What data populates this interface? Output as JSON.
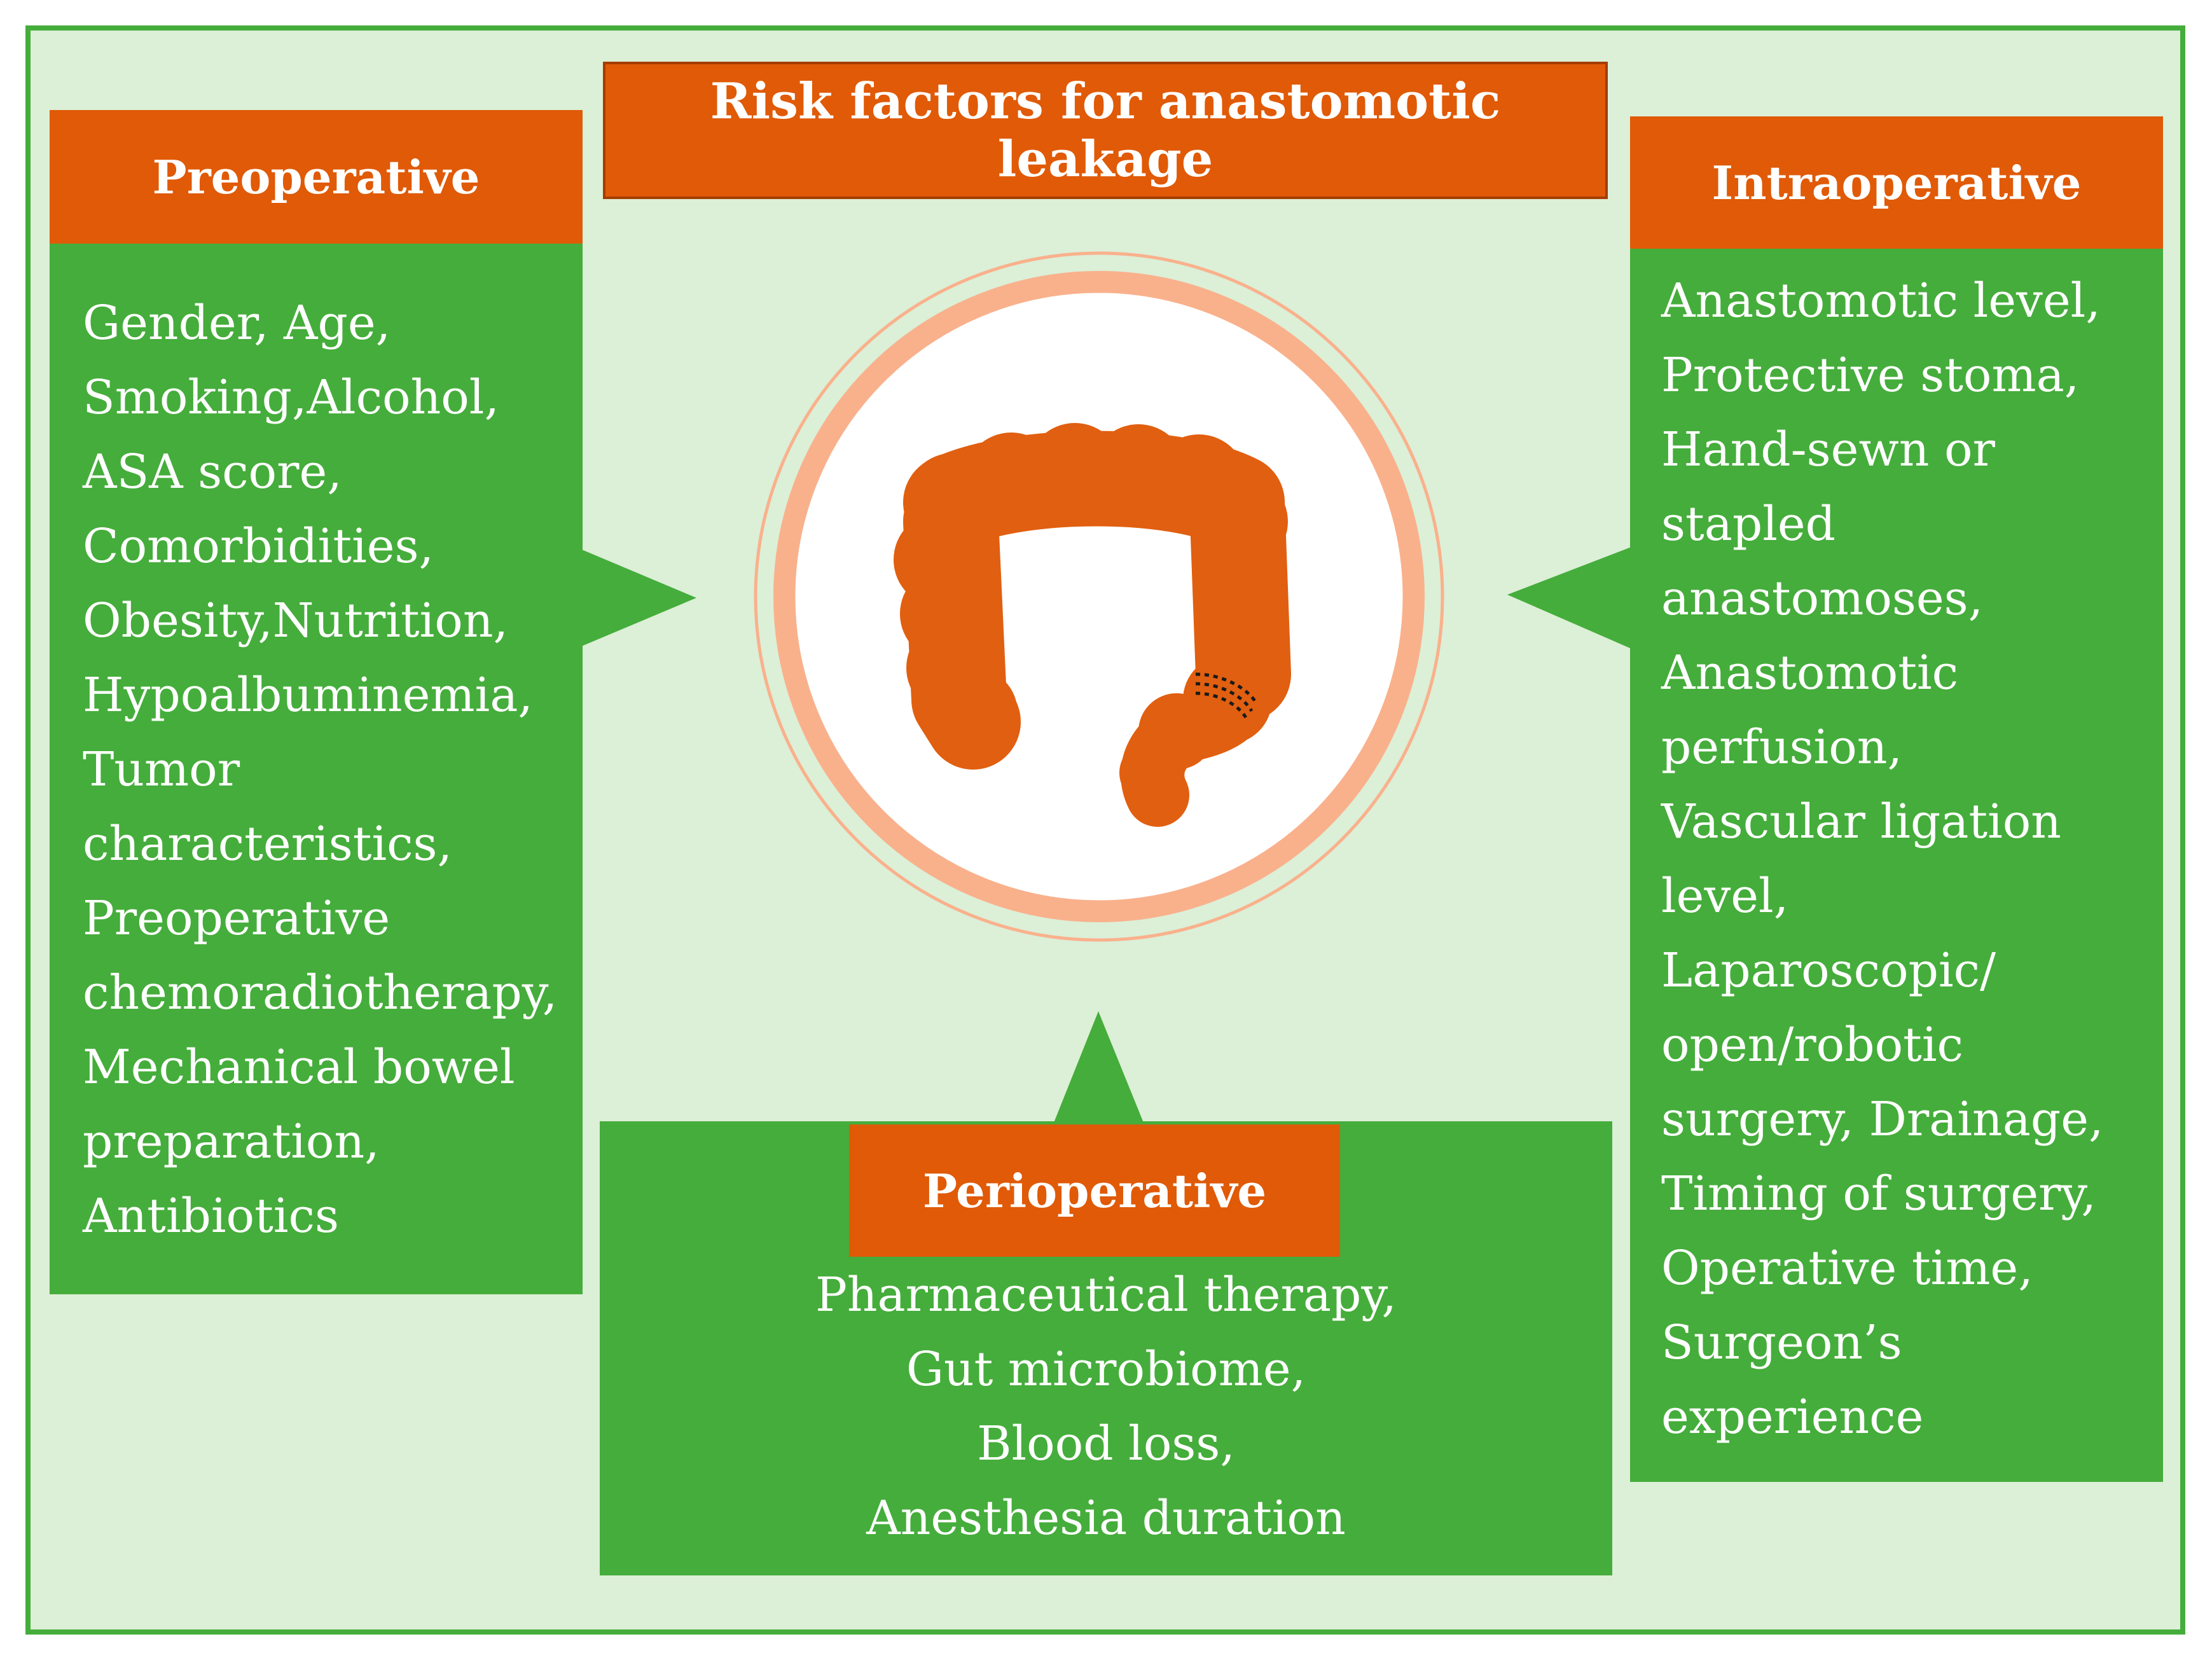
{
  "title": "Risk factors for anastomotic leakage",
  "icon": "colon-icon",
  "colors": {
    "background": "#dcefd7",
    "border_green": "#45ad3b",
    "panel_green": "#45ad3b",
    "header_orange": "#e05a07",
    "ring_peach": "#f9b18c",
    "colon_orange": "#e15f10"
  },
  "preoperative": {
    "heading": "Preoperative",
    "items": [
      "Gender, Age,",
      "Smoking,Alcohol,",
      "ASA score,",
      "Comorbidities,",
      "Obesity,Nutrition,",
      "Hypoalbuminemia,",
      "Tumor",
      "characteristics,",
      "Preoperative",
      "chemoradiotherapy,",
      "Mechanical bowel",
      "preparation,",
      "Antibiotics"
    ]
  },
  "intraoperative": {
    "heading": "Intraoperative",
    "items": [
      "Anastomotic level,",
      "Protective stoma,",
      "Hand-sewn or",
      "stapled",
      "anastomoses,",
      "Anastomotic",
      "perfusion,",
      "Vascular ligation",
      "level,",
      "Laparoscopic/",
      "open/robotic",
      "surgery, Drainage,",
      "Timing of surgery,",
      "Operative time,",
      "Surgeon’s",
      "experience"
    ]
  },
  "perioperative": {
    "heading": "Perioperative",
    "items": [
      "Pharmaceutical therapy,",
      "Gut microbiome,",
      "Blood loss,",
      "Anesthesia duration"
    ]
  }
}
